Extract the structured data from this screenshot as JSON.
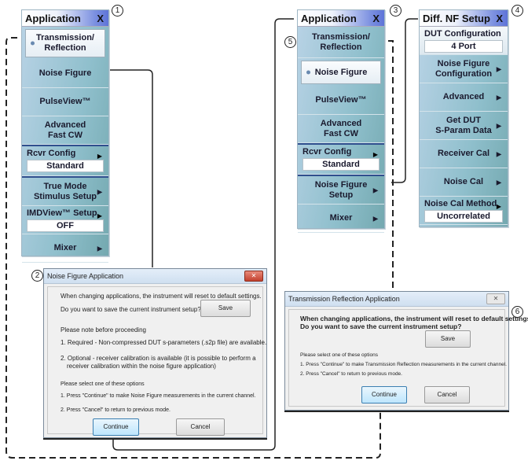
{
  "callouts": [
    "1",
    "2",
    "3",
    "4",
    "5",
    "6"
  ],
  "panel1": {
    "title": "Application",
    "close": "X",
    "items": [
      {
        "label": "Transmission/\nReflection",
        "selected": true
      },
      {
        "label": "Noise Figure"
      },
      {
        "label": "PulseView™"
      },
      {
        "label": "Advanced\nFast CW"
      }
    ],
    "rcvr_config": {
      "label": "Rcvr Config",
      "value": "Standard"
    },
    "true_mode": "True Mode\nStimulus Setup",
    "imdview": {
      "label": "IMDView™ Setup",
      "value": "OFF"
    },
    "mixer": "Mixer"
  },
  "panel3": {
    "title": "Application",
    "close": "X",
    "items": [
      {
        "label": "Transmission/\nReflection"
      },
      {
        "label": "Noise Figure",
        "selected": true
      },
      {
        "label": "PulseView™"
      },
      {
        "label": "Advanced\nFast CW"
      }
    ],
    "rcvr_config": {
      "label": "Rcvr Config",
      "value": "Standard"
    },
    "nf_setup": "Noise Figure\nSetup",
    "mixer": "Mixer"
  },
  "panel4": {
    "title": "Diff. NF Setup",
    "close": "X",
    "dut_config": {
      "label": "DUT Configuration",
      "value": "4 Port"
    },
    "items": [
      {
        "label": "Noise Figure\nConfiguration"
      },
      {
        "label": "Advanced"
      },
      {
        "label": "Get DUT\nS-Param Data"
      },
      {
        "label": "Receiver Cal"
      },
      {
        "label": "Noise Cal"
      }
    ],
    "noise_cal_method": {
      "label": "Noise Cal Method",
      "value": "Uncorrelated"
    }
  },
  "dialog_nf": {
    "title": "Noise Figure Application",
    "line1": "When changing applications, the instrument will reset to default settings.",
    "line2": "Do you want to save the current instrument setup?",
    "save": "Save",
    "note_heading": "Please note before proceeding",
    "note1": "1. Required - Non-compressed DUT s-parameters (.s2p file) are available.",
    "note2a": "2. Optional  - receiver calibration is available  (it is possible to perform a",
    "note2b": "receiver calibration within the noise figure application)",
    "select_heading": "Please select one of these options",
    "opt1": "1. Press \"Continue\" to make Noise Figure measurements in the current channel.",
    "opt2": "2. Press \"Cancel\" to return to previous mode.",
    "continue": "Continue",
    "cancel": "Cancel"
  },
  "dialog_tr": {
    "title": "Transmission Reflection Application",
    "line1": "When changing applications, the instrument will reset to default settings.",
    "line2": "Do you want to save the current instrument setup?",
    "save": "Save",
    "select_heading": "Please select one of these options",
    "opt1": "1. Press \"Continue\" to make Transmission Reflection  measurements in the current channel.",
    "opt2": "2. Press \"Cancel\" to return to previous mode.",
    "continue": "Continue",
    "cancel": "Cancel"
  }
}
